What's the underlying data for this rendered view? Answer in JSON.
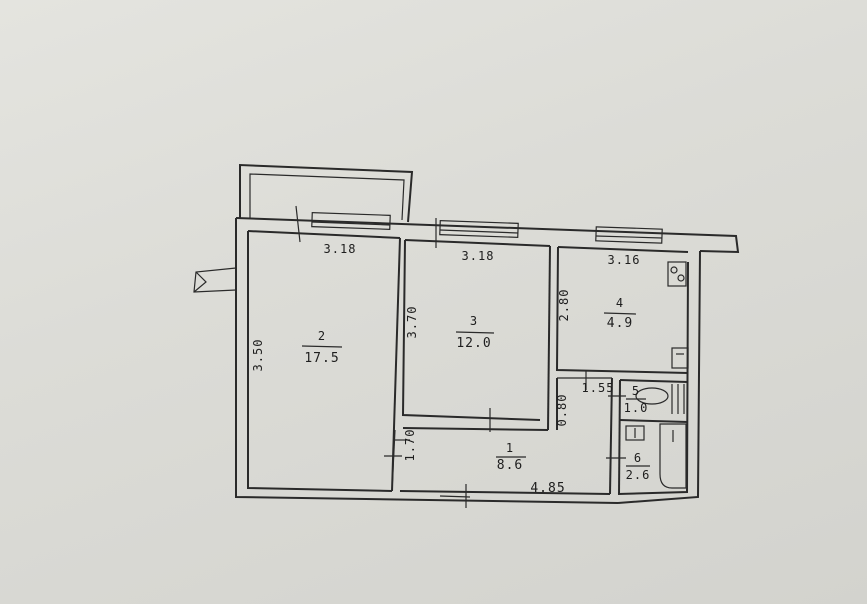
{
  "rooms": [
    {
      "number": "1",
      "area": "8.6"
    },
    {
      "number": "2",
      "area": "17.5"
    },
    {
      "number": "3",
      "area": "12.0"
    },
    {
      "number": "4",
      "area": "4.9"
    },
    {
      "number": "5",
      "area": "1.0"
    },
    {
      "number": "6",
      "area": "2.6"
    }
  ],
  "dimensions": {
    "room2_width": "3.18",
    "room2_length": "3.50",
    "room3_width": "3.18",
    "room3_length": "3.70",
    "room4_width": "3.16",
    "room4_length": "2.80",
    "wc_width": "1.55",
    "hall_length": "4.85",
    "hall_width": "1.70",
    "hall_step": "0.80"
  }
}
